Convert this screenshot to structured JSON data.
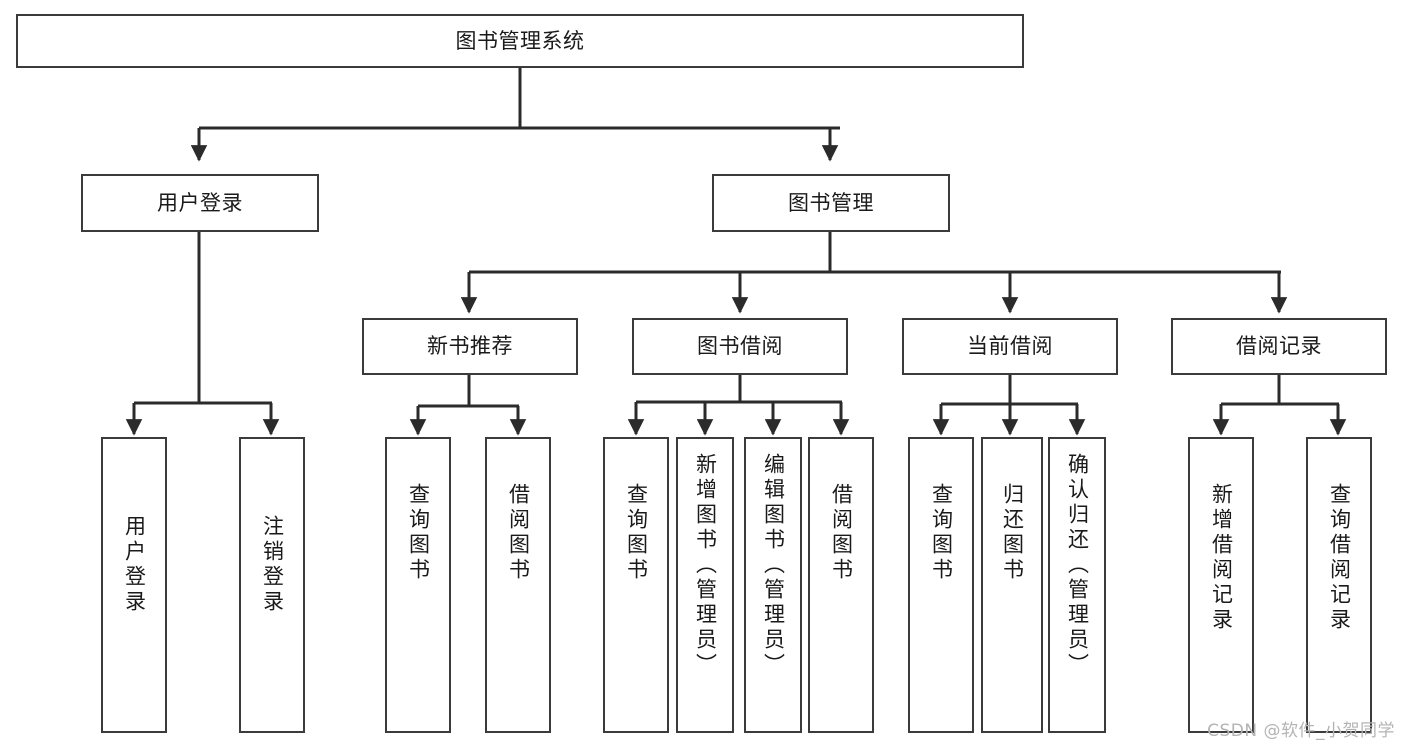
{
  "diagram": {
    "type": "tree",
    "title": "图书管理系统",
    "orientation": "top-down",
    "watermark": "CSDN @软件_小贺同学",
    "colors": {
      "box_border": "#3b3b3b",
      "box_fill": "#ffffff",
      "connector": "#2b2b2b",
      "text": "#1a1a1a",
      "watermark": "#b4b4b4",
      "background": "#ffffff"
    },
    "levels": 4,
    "nodes": {
      "root": {
        "label": "图书管理系统"
      },
      "level2": [
        {
          "label": "用户登录"
        },
        {
          "label": "图书管理"
        }
      ],
      "level3": [
        {
          "label": "新书推荐"
        },
        {
          "label": "图书借阅"
        },
        {
          "label": "当前借阅"
        },
        {
          "label": "借阅记录"
        }
      ],
      "leaves_user_login": [
        {
          "label": "用户登录"
        },
        {
          "label": "注销登录"
        }
      ],
      "leaves_new_book": [
        {
          "label": "查询图书"
        },
        {
          "label": "借阅图书"
        }
      ],
      "leaves_borrow": [
        {
          "label": "查询图书"
        },
        {
          "label": "新增图书（管理员）"
        },
        {
          "label": "编辑图书（管理员）"
        },
        {
          "label": "借阅图书"
        }
      ],
      "leaves_current": [
        {
          "label": "查询图书"
        },
        {
          "label": "归还图书"
        },
        {
          "label": "确认归还（管理员）"
        }
      ],
      "leaves_records": [
        {
          "label": "新增借阅记录"
        },
        {
          "label": "查询借阅记录"
        }
      ]
    }
  }
}
